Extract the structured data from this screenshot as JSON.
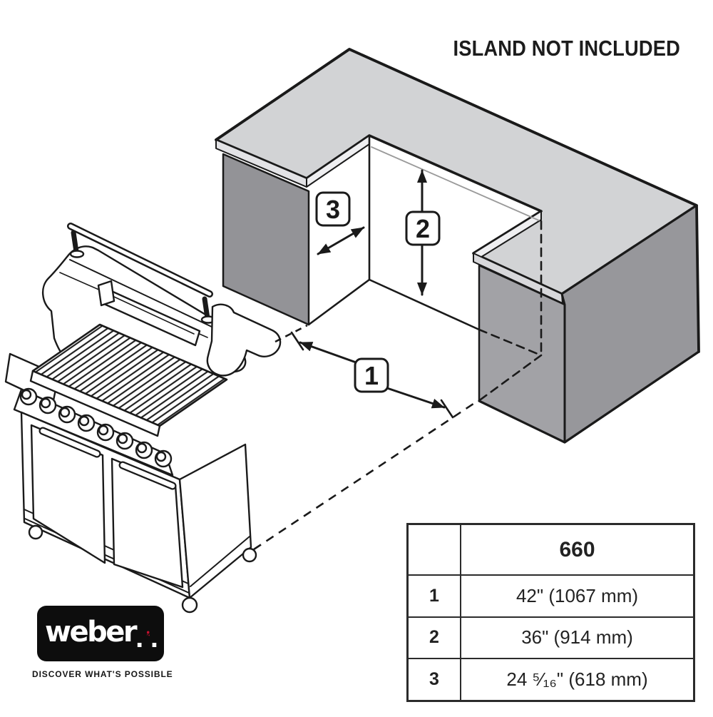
{
  "heading": "ISLAND NOT INCLUDED",
  "diagram": {
    "label_1": "1",
    "label_2": "2",
    "label_3": "3",
    "illustration": "isometric U-shaped masonry island with cut-out, Weber six-burner cart grill pulled out front-left, dashed projection lines from grill footprint into island cut-out"
  },
  "spec_table": {
    "model_header": "660",
    "rows": [
      {
        "ref": "1",
        "value": "42\" (1067 mm)"
      },
      {
        "ref": "2",
        "value": "36\" (914 mm)"
      },
      {
        "ref": "3",
        "value": "24 ⁵⁄₁₆\" (618 mm)"
      }
    ]
  },
  "logo": {
    "brand": "weber",
    "brand_period": ".",
    "kettle_period": ".",
    "tagline": "DISCOVER WHAT'S POSSIBLE"
  },
  "colors": {
    "weber_red": "#c8102e",
    "logo_black": "#0d0d0d",
    "line_black": "#1a1a1a",
    "countertop_gray": "#d2d3d5",
    "island_front_dark": "#939397",
    "island_right_front": "#a2a2a6",
    "island_right_end": "#97979b",
    "slab_edge_light": "#dedee1"
  }
}
